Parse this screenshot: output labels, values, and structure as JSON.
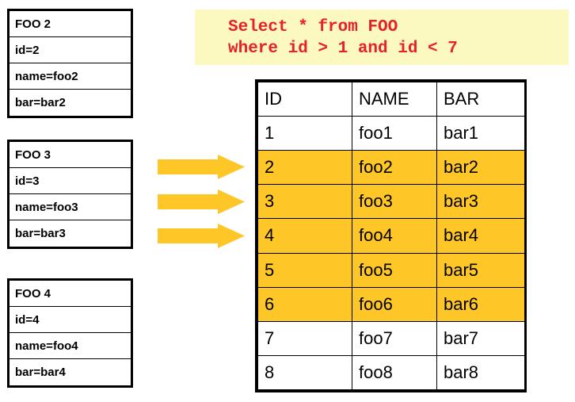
{
  "colors": {
    "highlight_row": "#ffc627",
    "arrow": "#ffc627",
    "sql_background": "#fbf8c0",
    "sql_text": "#e8202a",
    "border": "#000000"
  },
  "records": [
    {
      "title": "FOO 2",
      "id_line": "id=2",
      "name_line": "name=foo2",
      "bar_line": "bar=bar2"
    },
    {
      "title": "FOO 3",
      "id_line": "id=3",
      "name_line": "name=foo3",
      "bar_line": "bar=bar3"
    },
    {
      "title": "FOO 4",
      "id_line": "id=4",
      "name_line": "name=foo4",
      "bar_line": "bar=bar4"
    }
  ],
  "arrows": [
    {
      "name": "arrow-1"
    },
    {
      "name": "arrow-2"
    },
    {
      "name": "arrow-3"
    }
  ],
  "query": {
    "line1": "Select * from FOO",
    "line2": "where id > 1 and id < 7"
  },
  "table": {
    "headers": [
      "ID",
      "NAME",
      "BAR"
    ],
    "rows": [
      {
        "id": "1",
        "name": "foo1",
        "bar": "bar1",
        "highlighted": false
      },
      {
        "id": "2",
        "name": "foo2",
        "bar": "bar2",
        "highlighted": true
      },
      {
        "id": "3",
        "name": "foo3",
        "bar": "bar3",
        "highlighted": true
      },
      {
        "id": "4",
        "name": "foo4",
        "bar": "bar4",
        "highlighted": true
      },
      {
        "id": "5",
        "name": "foo5",
        "bar": "bar5",
        "highlighted": true
      },
      {
        "id": "6",
        "name": "foo6",
        "bar": "bar6",
        "highlighted": true
      },
      {
        "id": "7",
        "name": "foo7",
        "bar": "bar7",
        "highlighted": false
      },
      {
        "id": "8",
        "name": "foo8",
        "bar": "bar8",
        "highlighted": false
      }
    ]
  }
}
